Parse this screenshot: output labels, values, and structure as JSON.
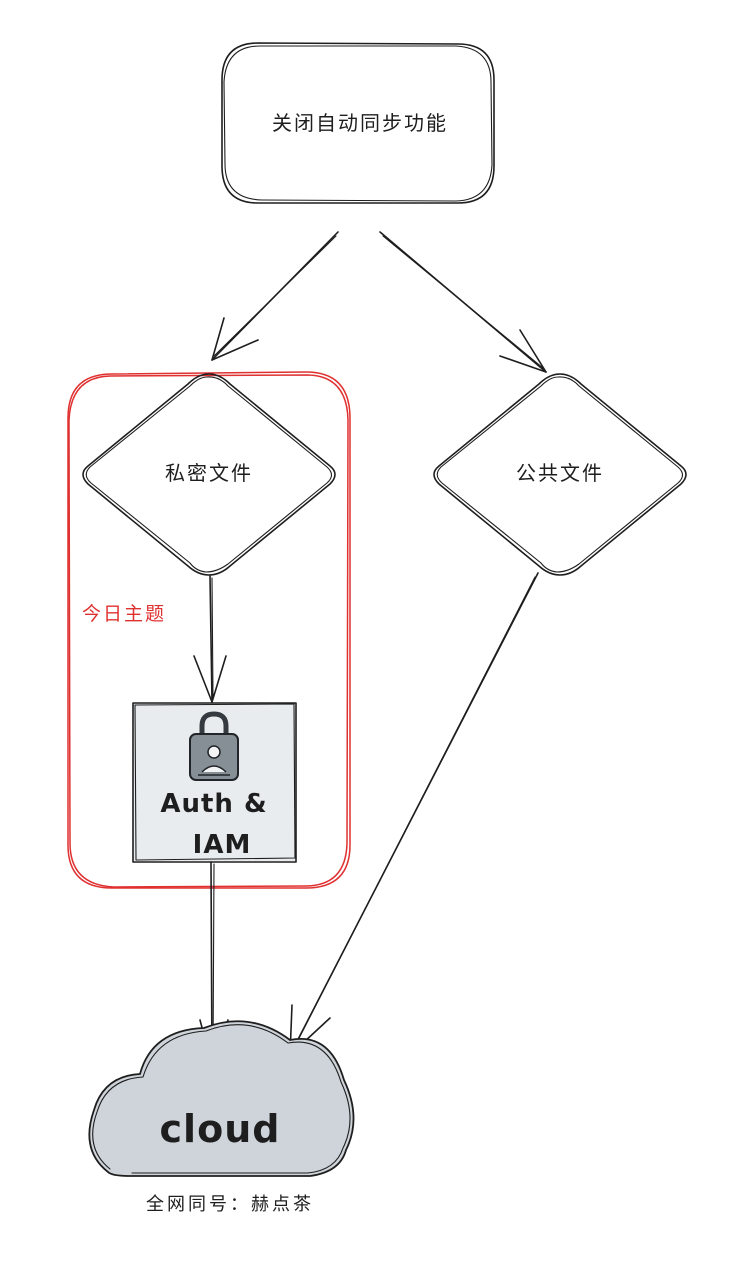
{
  "nodes": {
    "start": {
      "label": "关闭自动同步功能"
    },
    "private_files": {
      "label": "私密文件"
    },
    "public_files": {
      "label": "公共文件"
    },
    "auth": {
      "line1": "Auth &",
      "line2": "IAM",
      "icon": "lock-icon"
    },
    "cloud": {
      "label": "cloud"
    }
  },
  "group": {
    "label": "今日主题",
    "color": "#e03131"
  },
  "footer": {
    "text": "全网同号：赫点茶"
  },
  "colors": {
    "stroke": "#1e1e1e",
    "auth_fill": "#e9ecef",
    "cloud_fill": "#ced4da",
    "lock_fill": "#868e96"
  }
}
